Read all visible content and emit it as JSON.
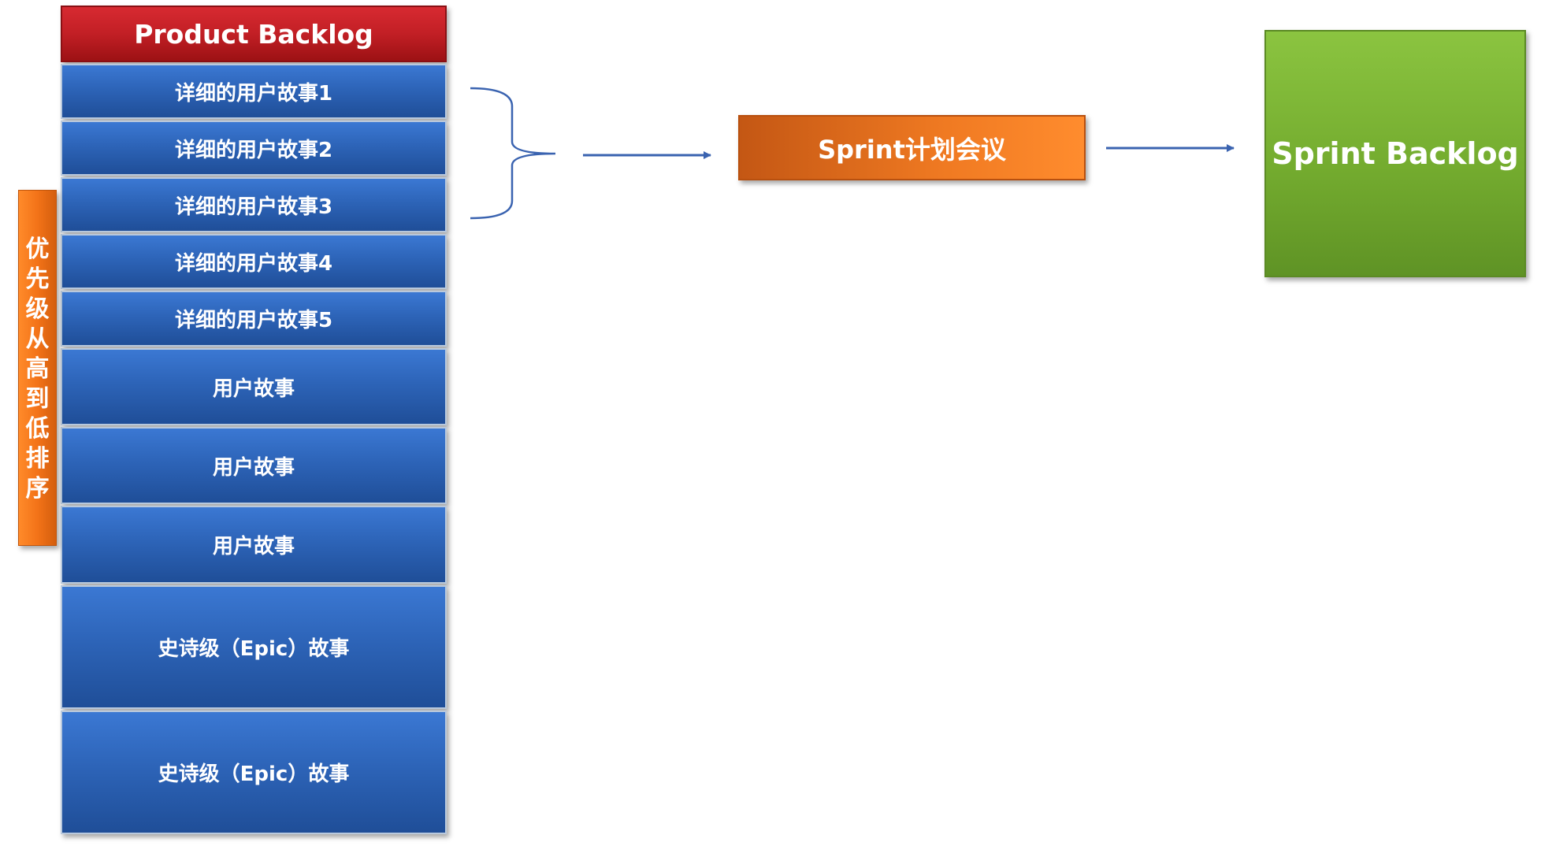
{
  "product_backlog": {
    "title": "Product Backlog",
    "items": [
      "详细的用户故事1",
      "详细的用户故事2",
      "详细的用户故事3",
      "详细的用户故事4",
      "详细的用户故事5",
      "用户故事",
      "用户故事",
      "用户故事",
      "史诗级（Epic）故事",
      "史诗级（Epic）故事"
    ]
  },
  "priority_label": [
    "优",
    "先",
    "级",
    "从",
    "高",
    "到",
    "低",
    "排",
    "序"
  ],
  "sprint_meeting": "Sprint计划会议",
  "sprint_backlog": "Sprint Backlog",
  "colors": {
    "header_red": "#c21f25",
    "story_blue": "#2d64b8",
    "priority_orange": "#f37318",
    "meeting_orange": "#f07a22",
    "sprint_green": "#74ac2f",
    "arrow_blue": "#3a63b0"
  }
}
